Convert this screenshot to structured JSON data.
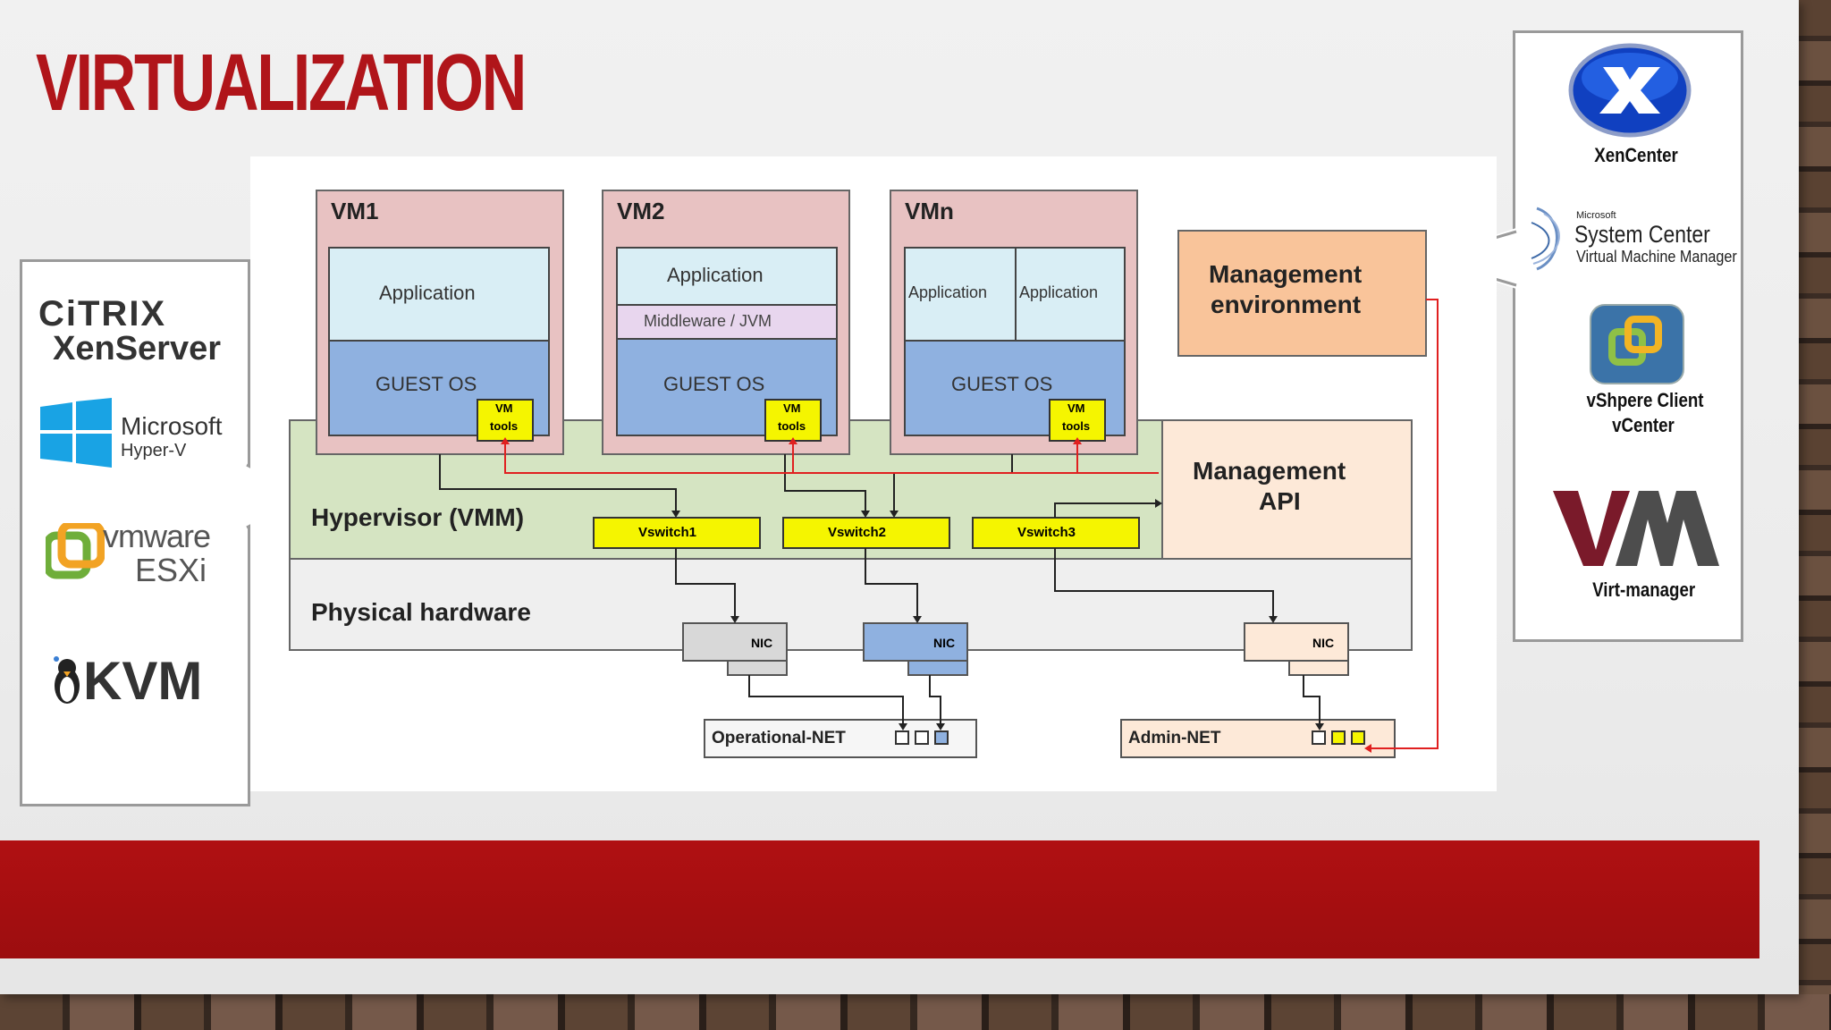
{
  "slide": {
    "title": "VIRTUALIZATION"
  },
  "left_logos": {
    "citrix": "CiTRIX",
    "xenserver": "XenServer",
    "microsoft": "Microsoft",
    "hyperv": "Hyper-V",
    "vmware": "vmware",
    "esxi": "ESXi",
    "kvm": "KVM"
  },
  "diagram": {
    "vm1": {
      "title": "VM1",
      "app": "Application",
      "os": "GUEST OS",
      "tools_line1": "VM",
      "tools_line2": "tools"
    },
    "vm2": {
      "title": "VM2",
      "app": "Application",
      "middleware": "Middleware / JVM",
      "os": "GUEST OS",
      "tools_line1": "VM",
      "tools_line2": "tools"
    },
    "vmn": {
      "title": "VMn",
      "app1": "Application",
      "app2": "Application",
      "os": "GUEST OS",
      "tools_line1": "VM",
      "tools_line2": "tools"
    },
    "mgmt_env_line1": "Management",
    "mgmt_env_line2": "environment",
    "mgmt_api_line1": "Management",
    "mgmt_api_line2": "API",
    "hypervisor": "Hypervisor (VMM)",
    "vswitches": [
      "Vswitch1",
      "Vswitch2",
      "Vswitch3"
    ],
    "physical": "Physical hardware",
    "nic": "NIC",
    "operational_net": "Operational-NET",
    "admin_net": "Admin-NET"
  },
  "right_tools": {
    "xencenter": "XenCenter",
    "sc_microsoft": "Microsoft",
    "sc_system_center": "System Center",
    "sc_vmm": "Virtual Machine Manager",
    "vsphere_line1": "vShpere Client",
    "vsphere_line2": "vCenter",
    "virt_manager": "Virt-manager"
  },
  "colors": {
    "title_red": "#b0151a",
    "band_red": "#a80f11",
    "vm_pink": "#e8c2c2",
    "app_blue": "#d9eef5",
    "os_blue": "#8fb1e0",
    "hypervisor_green": "#d5e4c2",
    "vswitch_yellow": "#f5f500",
    "mgmt_env_orange": "#f9c49a",
    "mgmt_api_peach": "#fde9d8",
    "hw_gray": "#efefef"
  }
}
